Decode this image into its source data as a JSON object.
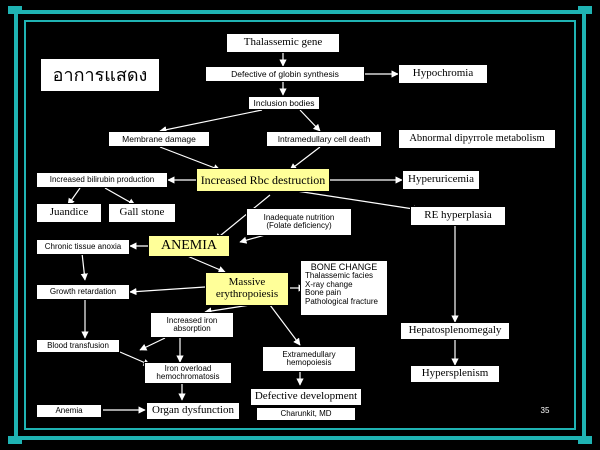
{
  "title_thai": "อาการแสดง",
  "nodes": {
    "thalassemic_gene": "Thalassemic gene",
    "defective_globin": "Defective of globin synthesis",
    "hypochromia": "Hypochromia",
    "inclusion_bodies": "Inclusion bodies",
    "membrane_damage": "Membrane damage",
    "intramedullary": "Intramedullary cell death",
    "abnormal_dipyrrole": "Abnormal dipyrrole metabolism",
    "increased_bilirubin": "Increased bilirubin production",
    "increased_rbc": "Increased Rbc destruction",
    "hyperuricemia": "Hyperuricemia",
    "jaundice": "Juandice",
    "gall_stone": "Gall stone",
    "inadequate_nutrition_1": "Inadequate nutrition",
    "inadequate_nutrition_2": "(Folate deficiency)",
    "re_hyperplasia": "RE hyperplasia",
    "chronic_anoxia": "Chronic tissue anoxia",
    "anemia": "ANEMIA",
    "bone_change_title": "BONE CHANGE",
    "bone_change_lines": [
      "Thalassemic facies",
      "X-ray change",
      "Bone pain",
      "Pathological fracture"
    ],
    "massive_1": "Massive",
    "massive_2": "erythropoiesis",
    "growth_retardation": "Growth retardation",
    "increased_iron_1": "Increased iron",
    "increased_iron_2": "absorption",
    "hepatosplenomegaly": "Hepatosplenomegaly",
    "blood_transfusion": "Blood transfusion",
    "extramedullary_1": "Extramedullary",
    "extramedullary_2": "hemopoiesis",
    "iron_overload_1": "Iron overload",
    "iron_overload_2": "hemochromatosis",
    "hypersplenism": "Hypersplenism",
    "defective_development": "Defective development",
    "anemia_small": "Anemia",
    "organ_dysfunction": "Organ dysfunction"
  },
  "footer": {
    "author": "Charunkit, MD",
    "page_number": "35"
  },
  "colors": {
    "frame": "#1fb3b3",
    "box_white": "#ffffff",
    "box_yellow": "#ffff99",
    "background": "#000000"
  }
}
